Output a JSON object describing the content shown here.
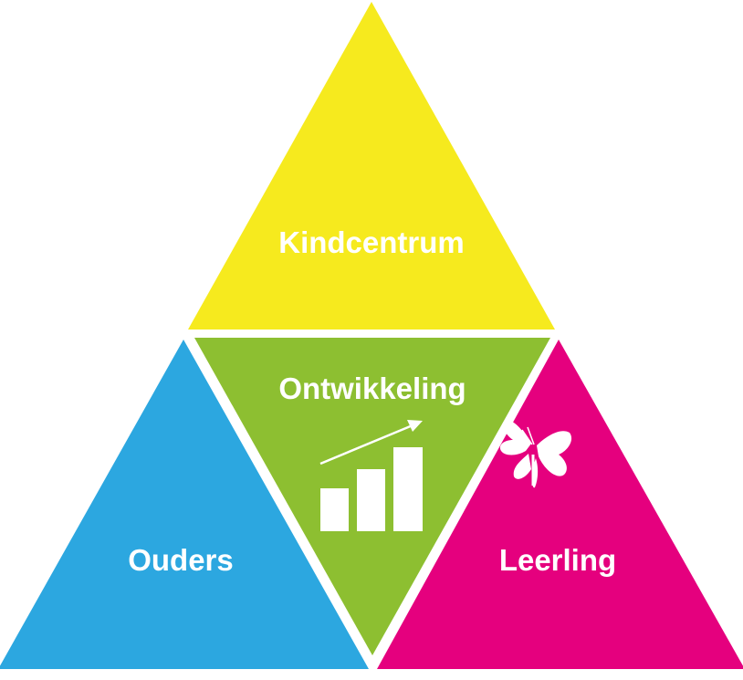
{
  "diagram": {
    "top": {
      "label": "Kindcentrum",
      "color": "#f6ea1e"
    },
    "center": {
      "label": "Ontwikkeling",
      "color": "#8dbf31"
    },
    "left": {
      "label": "Ouders",
      "color": "#2ca7e0"
    },
    "right": {
      "label": "Leerling",
      "color": "#e5007e"
    },
    "icons": {
      "growth": "bar-chart-with-rising-arrow-icon",
      "butterfly": "butterfly-icon"
    },
    "icon_color": "#ffffff"
  }
}
